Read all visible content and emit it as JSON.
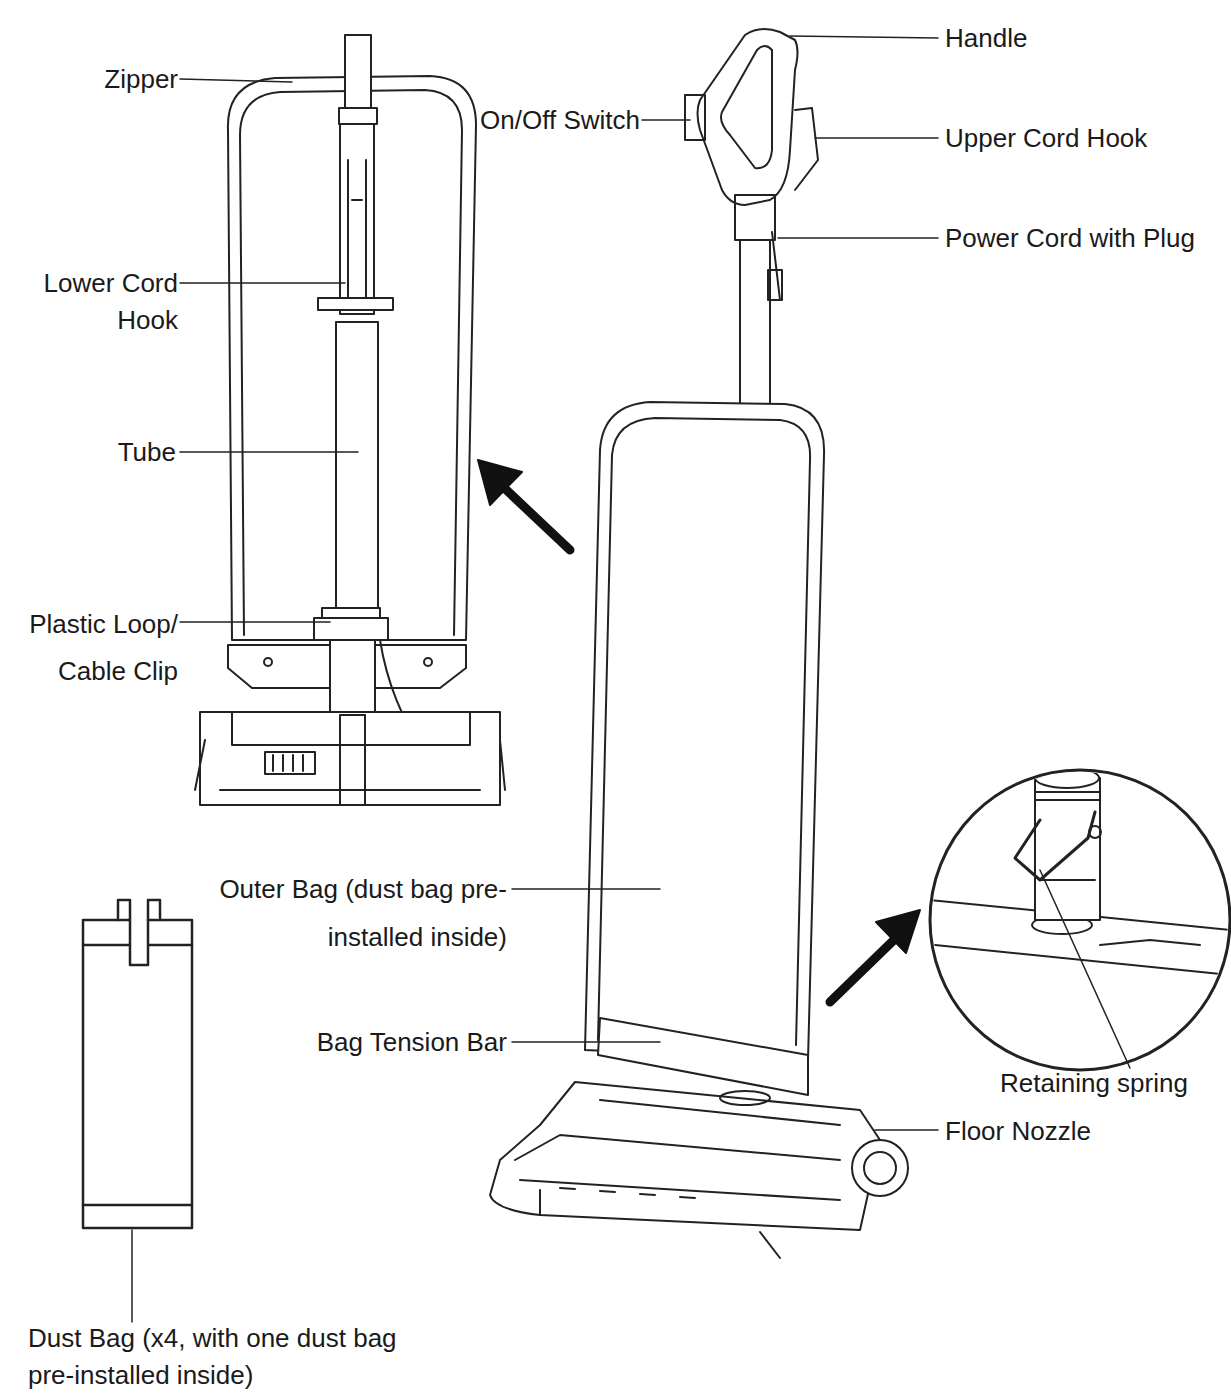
{
  "diagram": {
    "labels": [
      "Zipper",
      "Handle",
      "On/Off Switch",
      "Upper Cord Hook",
      "Power Cord with Plug",
      "Lower Cord Hook",
      "Tube",
      "Plastic Loop/ Cable Clip",
      "Outer Bag (dust bag pre-installed inside)",
      "Bag Tension Bar",
      "Retaining spring",
      "Floor Nozzle",
      "Dust Bag (x4, with one dust bag pre-installed inside)"
    ]
  }
}
